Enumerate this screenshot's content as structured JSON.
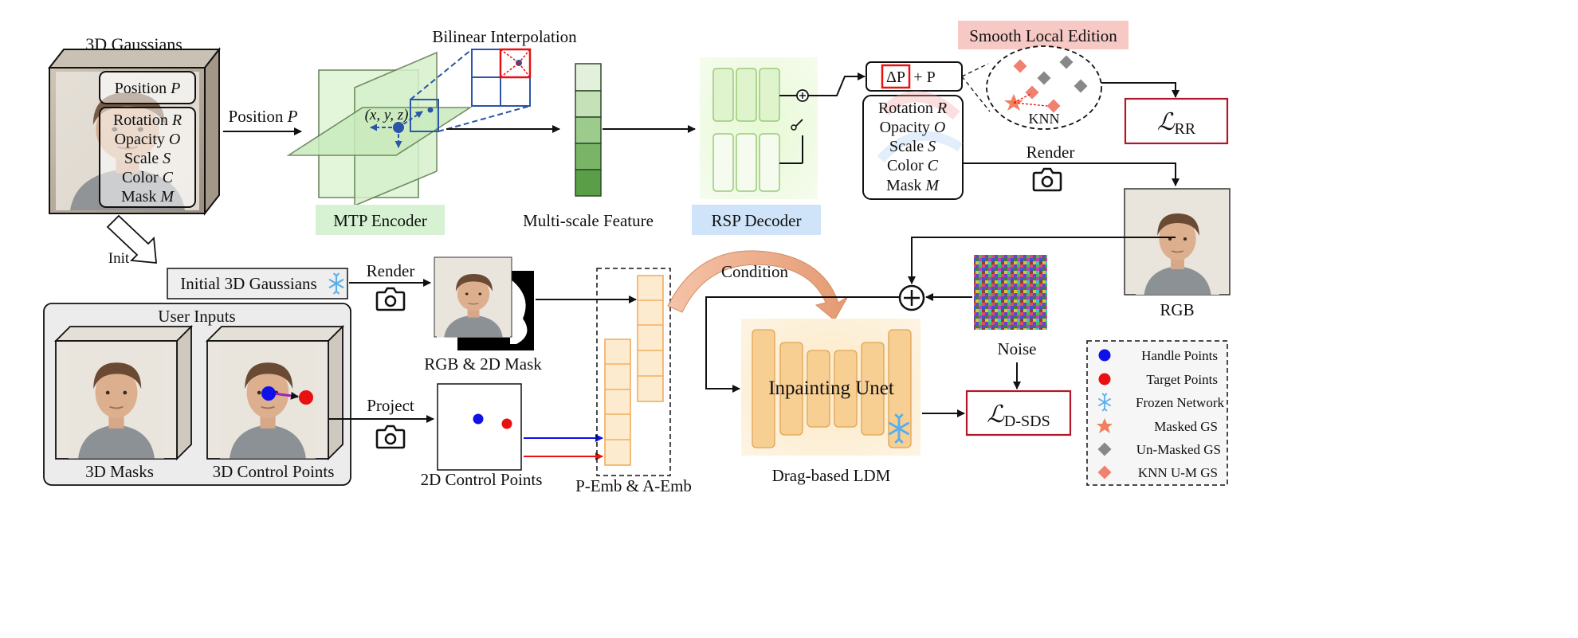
{
  "gaussians": {
    "title": "3D Gaussians",
    "position_label": "Position",
    "position_sym": "P",
    "attributes": [
      {
        "label": "Rotation",
        "sym": "R"
      },
      {
        "label": "Opacity",
        "sym": "O"
      },
      {
        "label": "Scale",
        "sym": "S"
      },
      {
        "label": "Color",
        "sym": "C"
      },
      {
        "label": "Mask",
        "sym": "M"
      }
    ]
  },
  "arrows": {
    "position_label": "Position",
    "position_sym": "P",
    "init": "Init",
    "render": "Render",
    "project": "Project",
    "condition": "Condition"
  },
  "encoder": {
    "bilinear": "Bilinear Interpolation",
    "xyz": "(x, y, z)",
    "label": "MTP Encoder"
  },
  "feature": {
    "label": "Multi-scale Feature"
  },
  "decoder": {
    "label": "RSP Decoder"
  },
  "smooth": {
    "title": "Smooth Local Edition",
    "knn": "KNN",
    "delta": "ΔP",
    "plus_p": "+ P"
  },
  "updated_attributes": [
    {
      "label": "Rotation",
      "sym": "R"
    },
    {
      "label": "Opacity",
      "sym": "O"
    },
    {
      "label": "Scale",
      "sym": "S"
    },
    {
      "label": "Color",
      "sym": "C"
    },
    {
      "label": "Mask",
      "sym": "M"
    }
  ],
  "loss_rr": {
    "script": "ℒ",
    "sub": "RR"
  },
  "loss_dsds": {
    "script": "ℒ",
    "sub": "D-SDS"
  },
  "rgb_label": "RGB",
  "initial_gaussians": "Initial 3D Gaussians",
  "user_inputs": {
    "title": "User Inputs",
    "masks": "3D Masks",
    "control_points": "3D Control Points"
  },
  "rgb_mask_label": "RGB & 2D Mask",
  "control_points_2d": "2D Control Points",
  "emb_label": "P-Emb & A-Emb",
  "unet": {
    "label": "Inpainting Unet",
    "ldm": "Drag-based LDM"
  },
  "noise_label": "Noise",
  "legend": [
    {
      "icon": "blue-circle",
      "color": "#1010e8",
      "label": "Handle Points"
    },
    {
      "icon": "red-circle",
      "color": "#e81010",
      "label": "Target Points"
    },
    {
      "icon": "snowflake",
      "color": "#5aaee8",
      "label": "Frozen Network"
    },
    {
      "icon": "star",
      "color": "#f08060",
      "label": "Masked GS"
    },
    {
      "icon": "gray-diamond",
      "color": "#888888",
      "label": "Un-Masked GS"
    },
    {
      "icon": "salmon-diamond",
      "color": "#f08070",
      "label": "KNN U-M GS"
    }
  ],
  "colors": {
    "encoder_label_bg": "#d6f2d2",
    "decoder_label_bg": "#cfe4f8",
    "smooth_title_bg": "#f7c9c4",
    "loss_border": "#b0182a",
    "green_feature": "#5a9e48",
    "unet_orange": "#f3c27a"
  }
}
